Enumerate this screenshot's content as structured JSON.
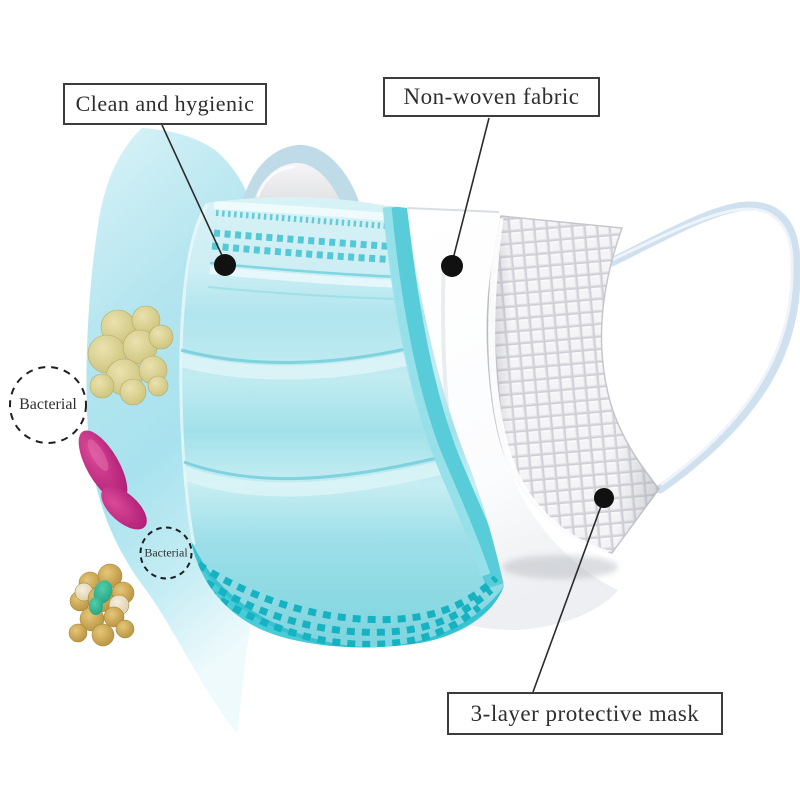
{
  "callouts": {
    "clean": {
      "label": "Clean and hygienic"
    },
    "non_woven": {
      "label": "Non-woven fabric"
    },
    "three_layer": {
      "label": "3-layer protective mask"
    }
  },
  "bacteria_labels": {
    "large": "Bacterial",
    "small": "Bacterial"
  },
  "icons": [
    "callout-dot-icon",
    "dashed-circle-icon",
    "bacteria-cluster-icon",
    "bacteria-rod-icon"
  ],
  "colors": {
    "background": "#ffffff",
    "beam_cyan": "#b0e4ef",
    "mask_blue_light": "#d6f1f6",
    "mask_blue": "#9ddfe9",
    "mask_edge_teal": "#58cdd9",
    "mask_bottom_teal": "#49ccd7",
    "stitch_teal": "#16b2c2",
    "middle_layer_white": "#f6f8fa",
    "filter_grid_grey": "#d2d2d8",
    "ear_loop_blue": "#cfe0ef",
    "nose_pad_grey": "#e4e5e8",
    "bacteria_olive": "#d5cc8c",
    "bacteria_gold": "#c9a14b",
    "bacteria_pink": "#c4247f",
    "bacteria_teal": "#36bd9b",
    "callout_line": "#2b2b2b",
    "label_border": "#3c3c3c"
  }
}
